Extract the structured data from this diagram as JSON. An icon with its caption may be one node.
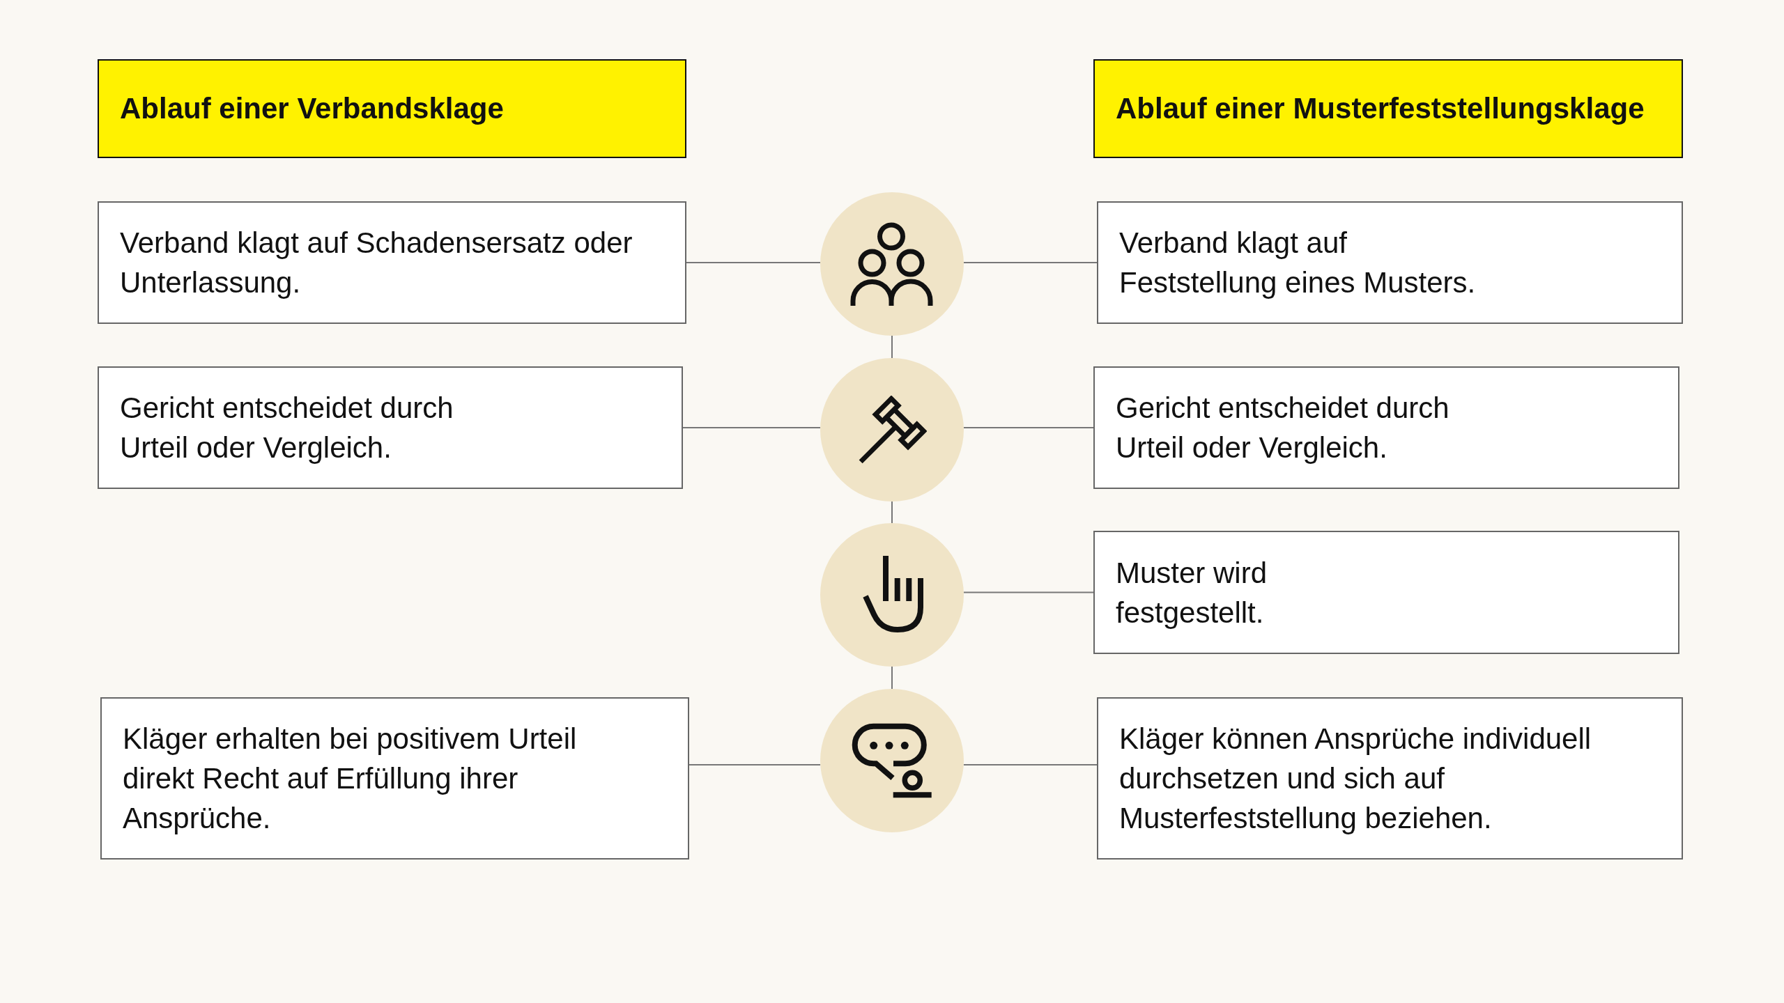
{
  "diagram": {
    "nodes": [
      {
        "text": [
          "Ablauf einer Verbandsklage"
        ]
      },
      {
        "text": [
          "Ablauf einer Musterfeststellungsklage"
        ]
      },
      {
        "text": [
          "Verband klagt auf Schadensersatz oder Unterlassung."
        ]
      },
      {
        "text": [],
        "shape": "circle"
      },
      {
        "text": [
          "Verband klagt auf Feststellung eines Musters."
        ]
      },
      {
        "text": [
          "Gericht entscheidet durch Urteil oder Vergleich."
        ]
      },
      {
        "text": [],
        "shape": "circle"
      },
      {
        "text": [
          "Gericht entscheidet durch Urteil oder Vergleich."
        ]
      },
      {
        "text": [],
        "shape": "circle"
      },
      {
        "text": [
          "Muster wird festgestellt."
        ]
      },
      {
        "text": [
          "Kläger erhalten bei positivem Urteil direkt Recht auf Erfüllung ihrer Ansprüche."
        ]
      },
      {
        "text": [],
        "shape": "circle"
      },
      {
        "text": [
          "Kläger können Ansprüche individuell durchsetzen und sich auf Musterfeststellung beziehen."
        ]
      }
    ],
    "edges": [
      {
        "from": 2,
        "to": 3,
        "arrow": "none"
      },
      {
        "from": 3,
        "to": 4,
        "arrow": "none"
      },
      {
        "from": 3,
        "to": 6,
        "arrow": "none"
      },
      {
        "from": 5,
        "to": 6,
        "arrow": "none"
      },
      {
        "from": 6,
        "to": 7,
        "arrow": "none"
      },
      {
        "from": 6,
        "to": 8,
        "arrow": "none"
      },
      {
        "from": 8,
        "to": 9,
        "arrow": "none"
      },
      {
        "from": 8,
        "to": 11,
        "arrow": "none"
      },
      {
        "from": 10,
        "to": 11,
        "arrow": "none"
      },
      {
        "from": 11,
        "to": 12,
        "arrow": "none"
      }
    ]
  }
}
